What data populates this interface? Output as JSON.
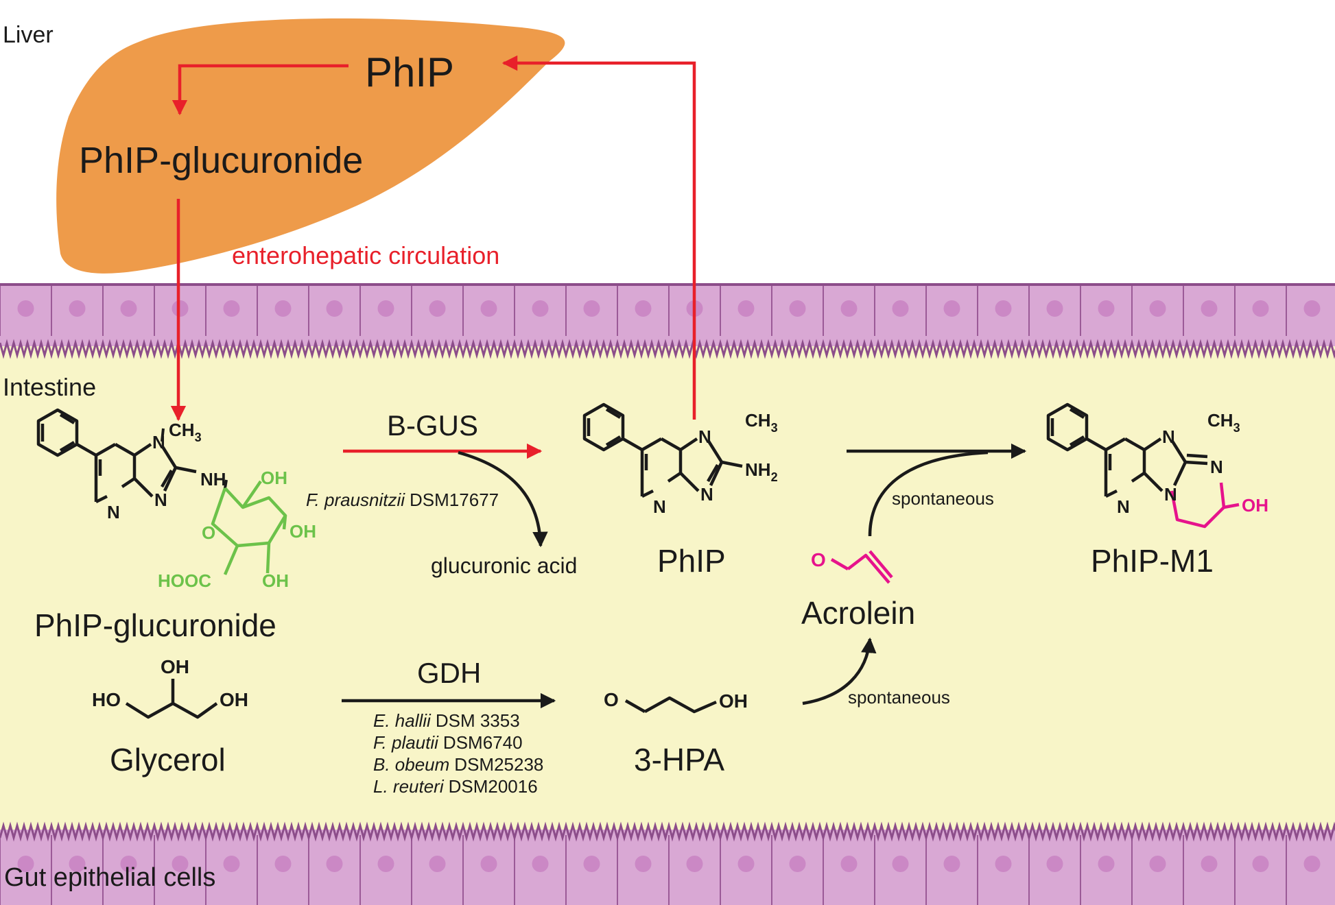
{
  "labels": {
    "liver": "Liver",
    "intestine": "Intestine",
    "gut_cells": "Gut epithelial cells",
    "enterohepatic": "enterohepatic circulation"
  },
  "liver_compounds": {
    "phip": "PhIP",
    "phip_glucuronide": "PhIP-glucuronide"
  },
  "compounds": {
    "phip_glucuronide": "PhIP-glucuronide",
    "phip": "PhIP",
    "phip_m1": "PhIP-M1",
    "acrolein": "Acrolein",
    "glycerol": "Glycerol",
    "hpa": "3-HPA",
    "glucuronic_acid": "glucuronic acid"
  },
  "enzymes": {
    "bgus": "B-GUS",
    "gdh": "GDH"
  },
  "bgus_strain": {
    "species": "F. prausnitzii",
    "strain": "DSM17677"
  },
  "gdh_strains": [
    {
      "species": "E. hallii",
      "strain": "DSM 3353"
    },
    {
      "species": "F. plautii",
      "strain": "DSM6740"
    },
    {
      "species": "B. obeum",
      "strain": "DSM25238"
    },
    {
      "species": "L. reuteri",
      "strain": "DSM20016"
    }
  ],
  "reactions": {
    "spontaneous_1": "spontaneous",
    "spontaneous_2": "spontaneous"
  },
  "atoms": {
    "ch3": "CH",
    "sub3": "3",
    "n": "N",
    "nh": "NH",
    "nh2": "NH",
    "sub2": "2",
    "oh": "OH",
    "ho": "HO",
    "o": "O",
    "hooc": "HOOC"
  },
  "colors": {
    "liver": "#ee9b4a",
    "intestine_lumen": "#f8f5c8",
    "epithelium": "#d9a8d4",
    "epithelium_nucleus": "#c77fc0",
    "red_arrow": "#e8202a",
    "glucuronide_green": "#6cc24a",
    "magenta": "#e6138c"
  }
}
